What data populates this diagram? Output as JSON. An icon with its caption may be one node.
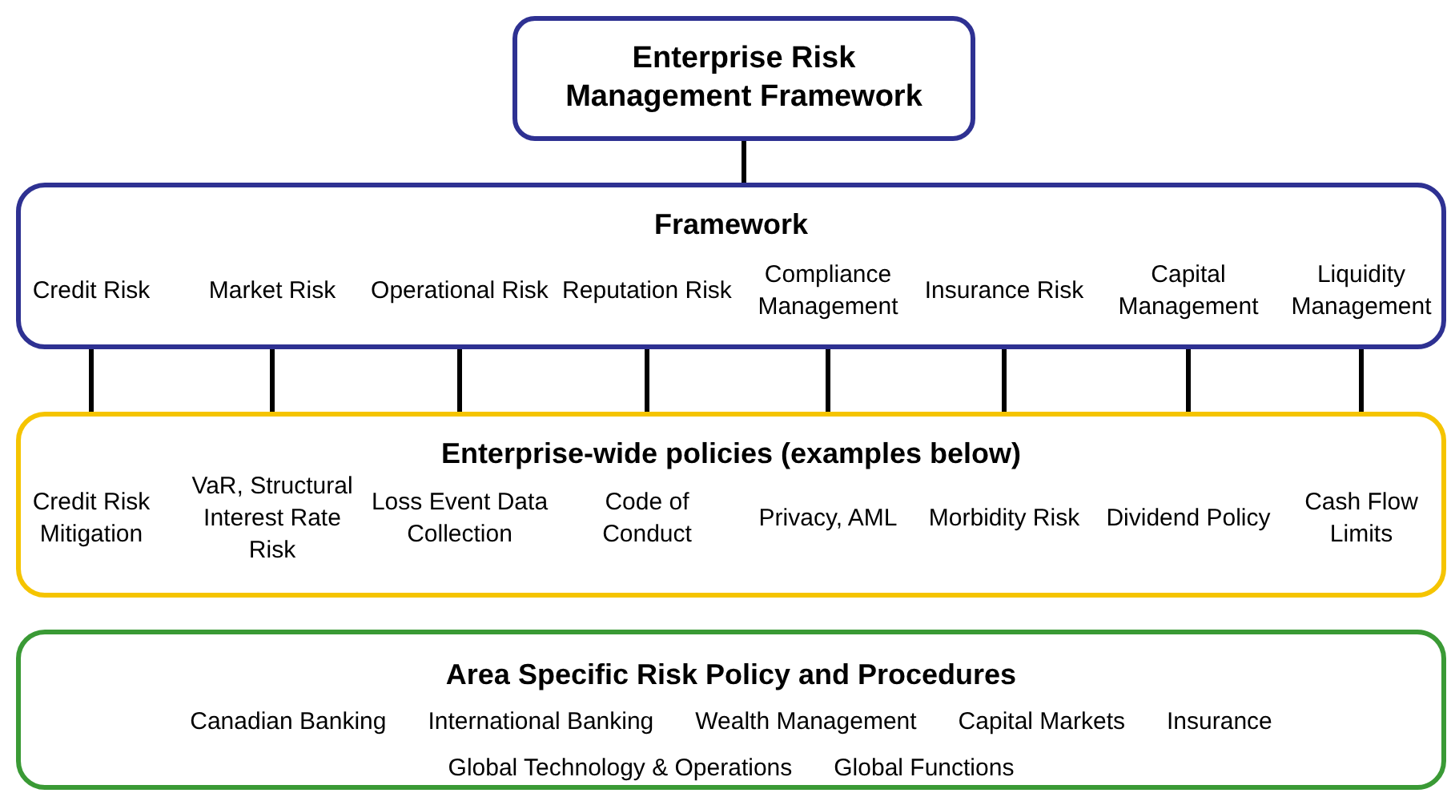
{
  "diagram": {
    "nodes": [
      {
        "text": [
          "Enterprise Risk Management Framework"
        ]
      },
      {
        "text": [
          "Framework",
          "Credit Risk",
          "Market Risk",
          "Operational Risk",
          "Reputation Risk",
          "Compliance Management",
          "Insurance Risk",
          "Capital Management",
          "Liquidity Management"
        ]
      },
      {
        "text": [
          "Enterprise-wide policies (examples below)",
          "Credit Risk Mitigation",
          "VaR, Structural Interest Rate Risk",
          "Loss Event Data Collection",
          "Code of Conduct",
          "Privacy, AML",
          "Morbidity Risk",
          "Dividend Policy",
          "Cash Flow Limits"
        ]
      },
      {
        "text": [
          "Area Specific Risk Policy and Procedures",
          "Canadian Banking",
          "International Banking",
          "Wealth Management",
          "Capital Markets",
          "Insurance",
          "Global Technology & Operations",
          "Global Functions"
        ]
      }
    ],
    "edges": [
      {
        "from": 0,
        "to": 1,
        "arrow": "none"
      },
      {
        "from": 1,
        "to": 2,
        "arrow": "none"
      },
      {
        "from": 1,
        "to": 2,
        "arrow": "none"
      },
      {
        "from": 1,
        "to": 2,
        "arrow": "none"
      },
      {
        "from": 1,
        "to": 2,
        "arrow": "none"
      },
      {
        "from": 1,
        "to": 2,
        "arrow": "none"
      },
      {
        "from": 1,
        "to": 2,
        "arrow": "none"
      },
      {
        "from": 1,
        "to": 2,
        "arrow": "none"
      },
      {
        "from": 1,
        "to": 2,
        "arrow": "none"
      }
    ]
  }
}
